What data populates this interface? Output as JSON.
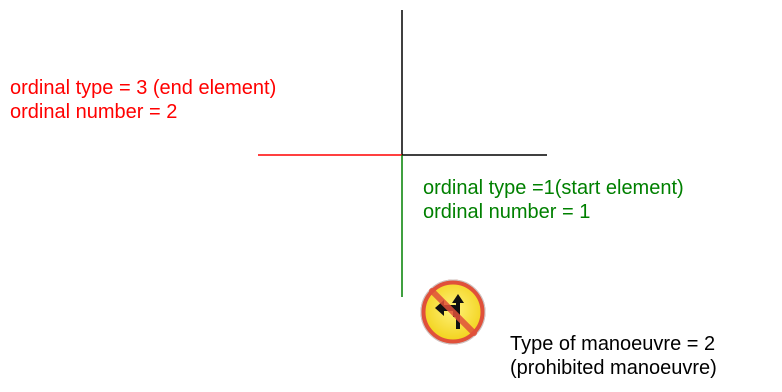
{
  "colors": {
    "end_element": "#ff0000",
    "start_element": "#008000",
    "background": "#ffffff",
    "road": "#000000",
    "sign_fill": "#ffe84d",
    "sign_ring": "#e0503a",
    "sign_arrow": "#111111"
  },
  "end_element": {
    "line1": "ordinal type = 3 (end element)",
    "line2": "ordinal number = 2"
  },
  "start_element": {
    "line1": "ordinal type =1(start element)",
    "line2": "ordinal number = 1"
  },
  "manoeuvre": {
    "line1": "Type of manoeuvre = 2",
    "line2": "(prohibited manoeuvre)"
  },
  "icons": {
    "sign": "no-left-turn-sign-icon"
  }
}
